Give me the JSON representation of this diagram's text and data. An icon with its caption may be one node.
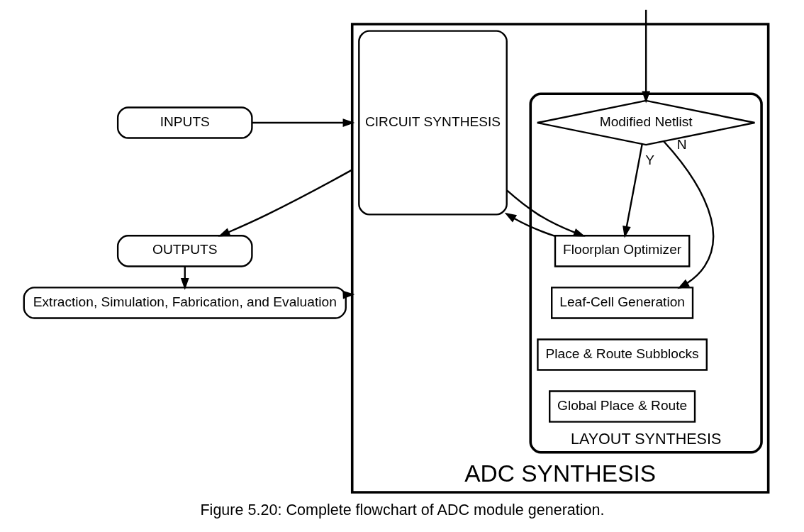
{
  "diagram": {
    "caption": "Figure 5.20: Complete flowchart of ADC module generation.",
    "nodes": [
      {
        "text": [
          "INPUTS"
        ]
      },
      {
        "text": [
          "OUTPUTS"
        ]
      },
      {
        "text": [
          "Extraction, Simulation, Fabrication, and Evaluation"
        ]
      },
      {
        "text": [
          "ADC SYNTHESIS"
        ]
      },
      {
        "text": [
          "CIRCUIT SYNTHESIS"
        ],
        "in": 3
      },
      {
        "text": [
          "LAYOUT SYNTHESIS"
        ],
        "in": 3
      },
      {
        "text": [
          "Modified Netlist"
        ],
        "in": 5
      },
      {
        "text": [
          "Floorplan Optimizer"
        ],
        "in": 5
      },
      {
        "text": [
          "Leaf-Cell Generation"
        ],
        "in": 5
      },
      {
        "text": [
          "Place & Route Subblocks"
        ],
        "in": 5
      },
      {
        "text": [
          "Global Place & Route"
        ],
        "in": 5
      }
    ],
    "edges": [
      {
        "from": 0,
        "to": 3,
        "arrow": "to"
      },
      {
        "from": 3,
        "to": 1,
        "arrow": "to"
      },
      {
        "from": 1,
        "to": 2,
        "arrow": "to"
      },
      {
        "from": 2,
        "to": 3,
        "arrow": "to"
      },
      {
        "from": null,
        "to": 6,
        "arrow": "to"
      },
      {
        "from": 6,
        "to": 7,
        "arrow": "to",
        "label": "Y"
      },
      {
        "from": 6,
        "to": 8,
        "arrow": "to",
        "label": "N"
      },
      {
        "from": 4,
        "to": 7,
        "arrow": "to"
      },
      {
        "from": 7,
        "to": 4,
        "arrow": "to"
      }
    ]
  }
}
